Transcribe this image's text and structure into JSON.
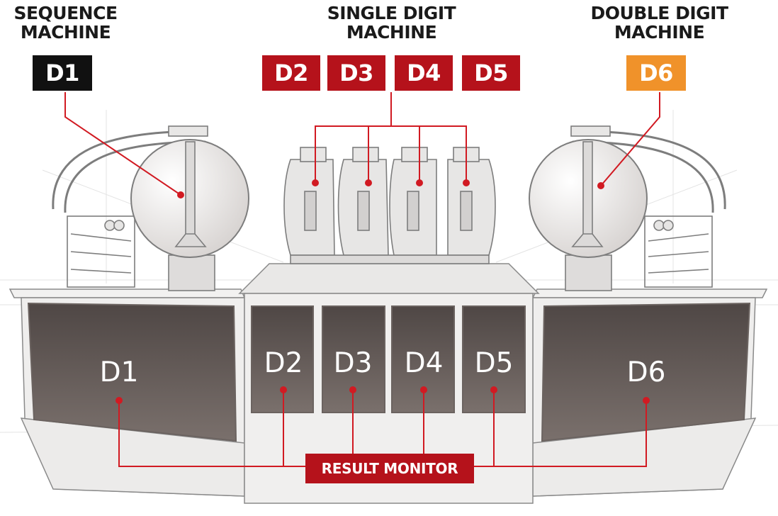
{
  "headers": {
    "sequence": [
      "SEQUENCE",
      "MACHINE"
    ],
    "single": [
      "SINGLE DIGIT",
      "MACHINE"
    ],
    "double": [
      "DOUBLE DIGIT",
      "MACHINE"
    ]
  },
  "badges": {
    "d1": "D1",
    "d2": "D2",
    "d3": "D3",
    "d4": "D4",
    "d5": "D5",
    "d6": "D6"
  },
  "screens": {
    "d1": "D1",
    "d2": "D2",
    "d3": "D3",
    "d4": "D4",
    "d5": "D5",
    "d6": "D6"
  },
  "result_monitor": "RESULT MONITOR",
  "colors": {
    "accent_red": "#b5121b",
    "sequence_black": "#111111",
    "double_orange": "#f0922a",
    "screen_dark": "#5d5552",
    "sketch_line": "#8a8a8a"
  }
}
